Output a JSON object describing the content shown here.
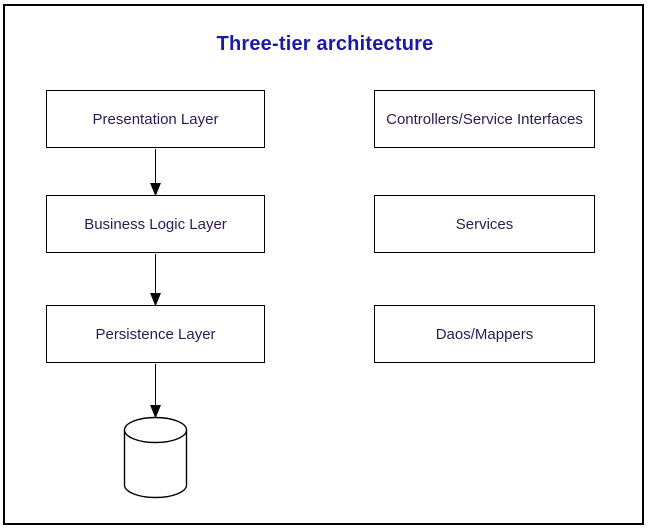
{
  "title": "Three-tier architecture",
  "colors": {
    "title": "#1b1aa7",
    "box_text": "#2e1a52",
    "line": "#000000",
    "background": "#ffffff"
  },
  "left_column": [
    {
      "label": "Presentation Layer"
    },
    {
      "label": "Business Logic Layer"
    },
    {
      "label": "Persistence Layer"
    }
  ],
  "right_column": [
    {
      "label": "Controllers/Service Interfaces"
    },
    {
      "label": "Services"
    },
    {
      "label": "Daos/Mappers"
    }
  ],
  "connections": [
    {
      "from": "Presentation Layer",
      "to": "Business Logic Layer",
      "style": "arrow-down"
    },
    {
      "from": "Business Logic Layer",
      "to": "Persistence Layer",
      "style": "arrow-down"
    },
    {
      "from": "Persistence Layer",
      "to": "database",
      "style": "arrow-down"
    }
  ],
  "icons": [
    {
      "name": "database-cylinder-icon",
      "meaning": "database"
    }
  ]
}
